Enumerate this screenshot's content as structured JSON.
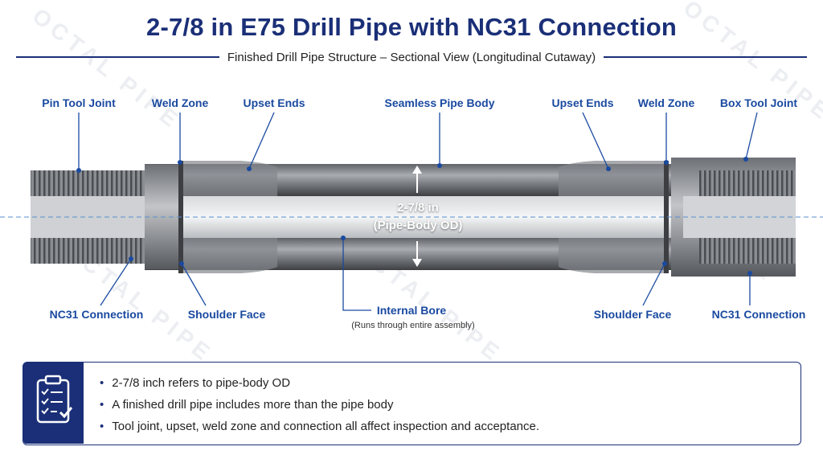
{
  "title": "2-7/8 in E75 Drill Pipe with NC31 Connection",
  "subtitle": "Finished Drill Pipe Structure – Sectional View (Longitudinal Cutaway)",
  "watermark": "OCTAL PIPE",
  "labels": {
    "pin_tool_joint": "Pin Tool Joint",
    "weld_zone_left": "Weld Zone",
    "upset_ends_left": "Upset Ends",
    "seamless_pipe_body": "Seamless Pipe Body",
    "upset_ends_right": "Upset Ends",
    "weld_zone_right": "Weld Zone",
    "box_tool_joint": "Box Tool Joint",
    "nc31_connection_left": "NC31 Connection",
    "shoulder_face_left": "Shoulder Face",
    "internal_bore": "Internal Bore",
    "internal_bore_note": "(Runs through entire assembly)",
    "shoulder_face_right": "Shoulder Face",
    "nc31_connection_right": "NC31 Connection"
  },
  "dimension": {
    "value": "2-7/8 in",
    "caption": "(Pipe-Body OD)"
  },
  "info": {
    "icon": "checklist-icon",
    "points": [
      "2-7/8 inch refers to pipe-body OD",
      "A finished drill pipe includes more than the pipe body",
      "Tool joint, upset, weld zone and connection all affect inspection and acceptance."
    ]
  },
  "colors": {
    "title": "#1a2f77",
    "label": "#1a4aa0",
    "accent": "#1a2f77",
    "centerline": "#5a8fd0"
  }
}
